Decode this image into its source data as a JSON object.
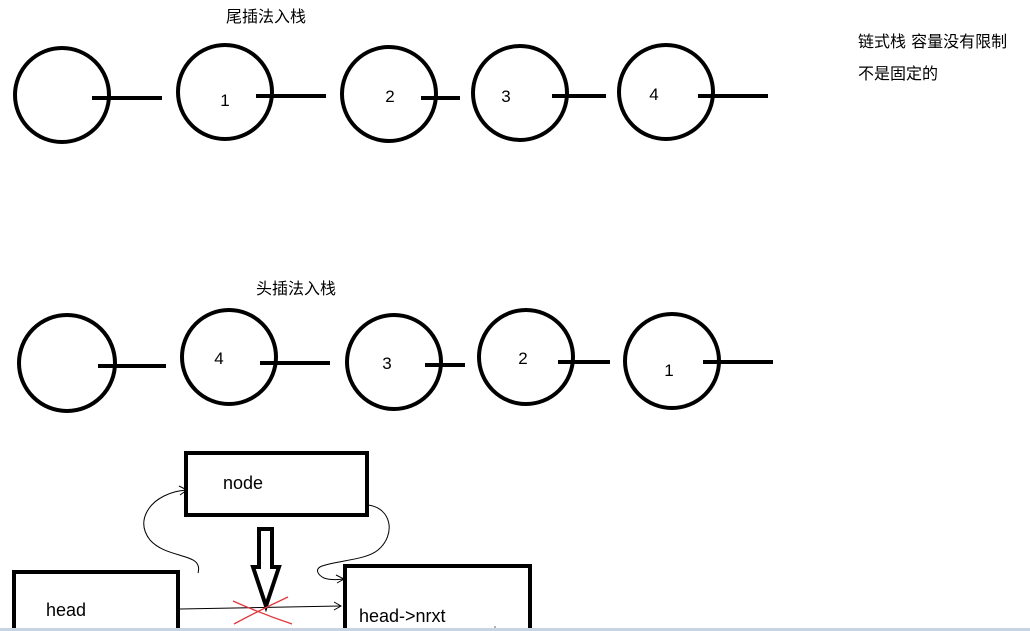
{
  "tail_insertion": {
    "title": "尾插法入栈",
    "nodes": [
      "",
      "1",
      "2",
      "3",
      "4"
    ]
  },
  "head_insertion": {
    "title": "头插法入栈",
    "nodes": [
      "",
      "4",
      "3",
      "2",
      "1"
    ]
  },
  "note": {
    "line1": "链式栈 容量没有限制",
    "line2": "不是固定的"
  },
  "insertion_diagram": {
    "node_label": "node",
    "head_label": "head",
    "next_label": "head->nrxt"
  },
  "colors": {
    "stroke": "#000000",
    "cross": "#e0393e",
    "background": "#ffffff"
  }
}
